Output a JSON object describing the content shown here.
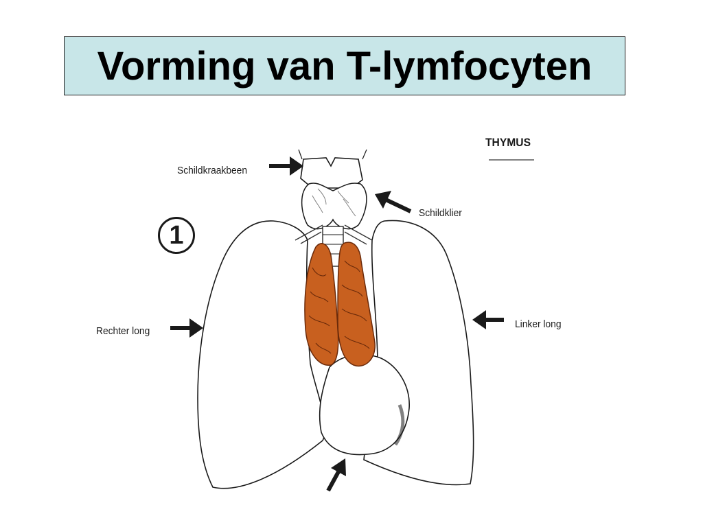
{
  "slide": {
    "title": "Vorming van T-lymfocyten"
  },
  "diagram": {
    "heading": "THYMUS",
    "step_number": "1",
    "labels": {
      "thyroid_cartilage": "Schildkraakbeen",
      "thyroid_gland": "Schildklier",
      "right_lung": "Rechter long",
      "left_lung": "Linker long"
    },
    "colors": {
      "thymus": "#c8601f",
      "thymus_shadow": "#8a3a12",
      "title_background": "#c8e6e8",
      "outline": "#1a1a1a"
    }
  }
}
